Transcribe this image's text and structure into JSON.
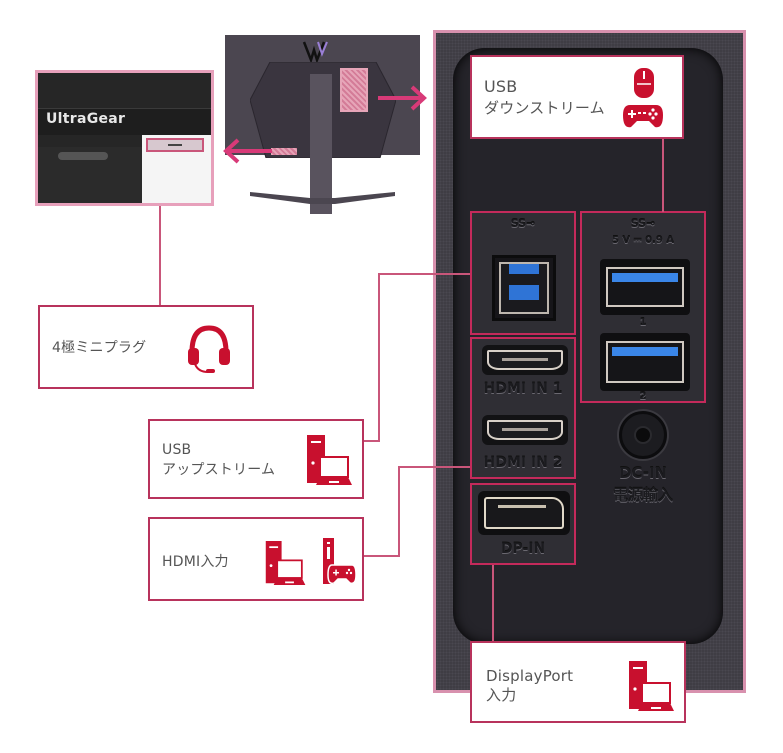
{
  "closeup": {
    "brand_text": "UltraGear"
  },
  "callouts": {
    "usb_downstream": {
      "line1": "USB",
      "line2": "ダウンストリーム",
      "icons": [
        "mouse-icon",
        "gamepad-icon"
      ]
    },
    "mini_plug": {
      "label": "4極ミニプラグ",
      "icons": [
        "headset-icon"
      ]
    },
    "usb_upstream": {
      "line1": "USB",
      "line2": "アップストリーム",
      "icons": [
        "pc-laptop-icon"
      ]
    },
    "hdmi_input": {
      "label": "HDMI入力",
      "icons": [
        "pc-laptop-icon",
        "game-console-icon"
      ]
    },
    "displayport_input": {
      "line1": "DisplayPort",
      "line2": "入力",
      "icons": [
        "pc-laptop-icon"
      ]
    }
  },
  "panel": {
    "usb_b_symbol": "SS⊸",
    "usb_a_symbol": "SS⊸",
    "usb_a_rating": "5 V ⎓ 0.9 A",
    "usb_a_port1": "1",
    "usb_a_port2": "2",
    "hdmi1_label": "HDMI IN 1",
    "hdmi2_label": "HDMI IN 2",
    "dp_label": "DP-IN",
    "dc_label": "DC-IN",
    "dc_label_jp": "電源輸入"
  },
  "colors": {
    "accent": "#c42a5b",
    "accent_light": "#d891ae",
    "icon_red": "#c8102e",
    "panel_dark": "#2f2e34"
  }
}
